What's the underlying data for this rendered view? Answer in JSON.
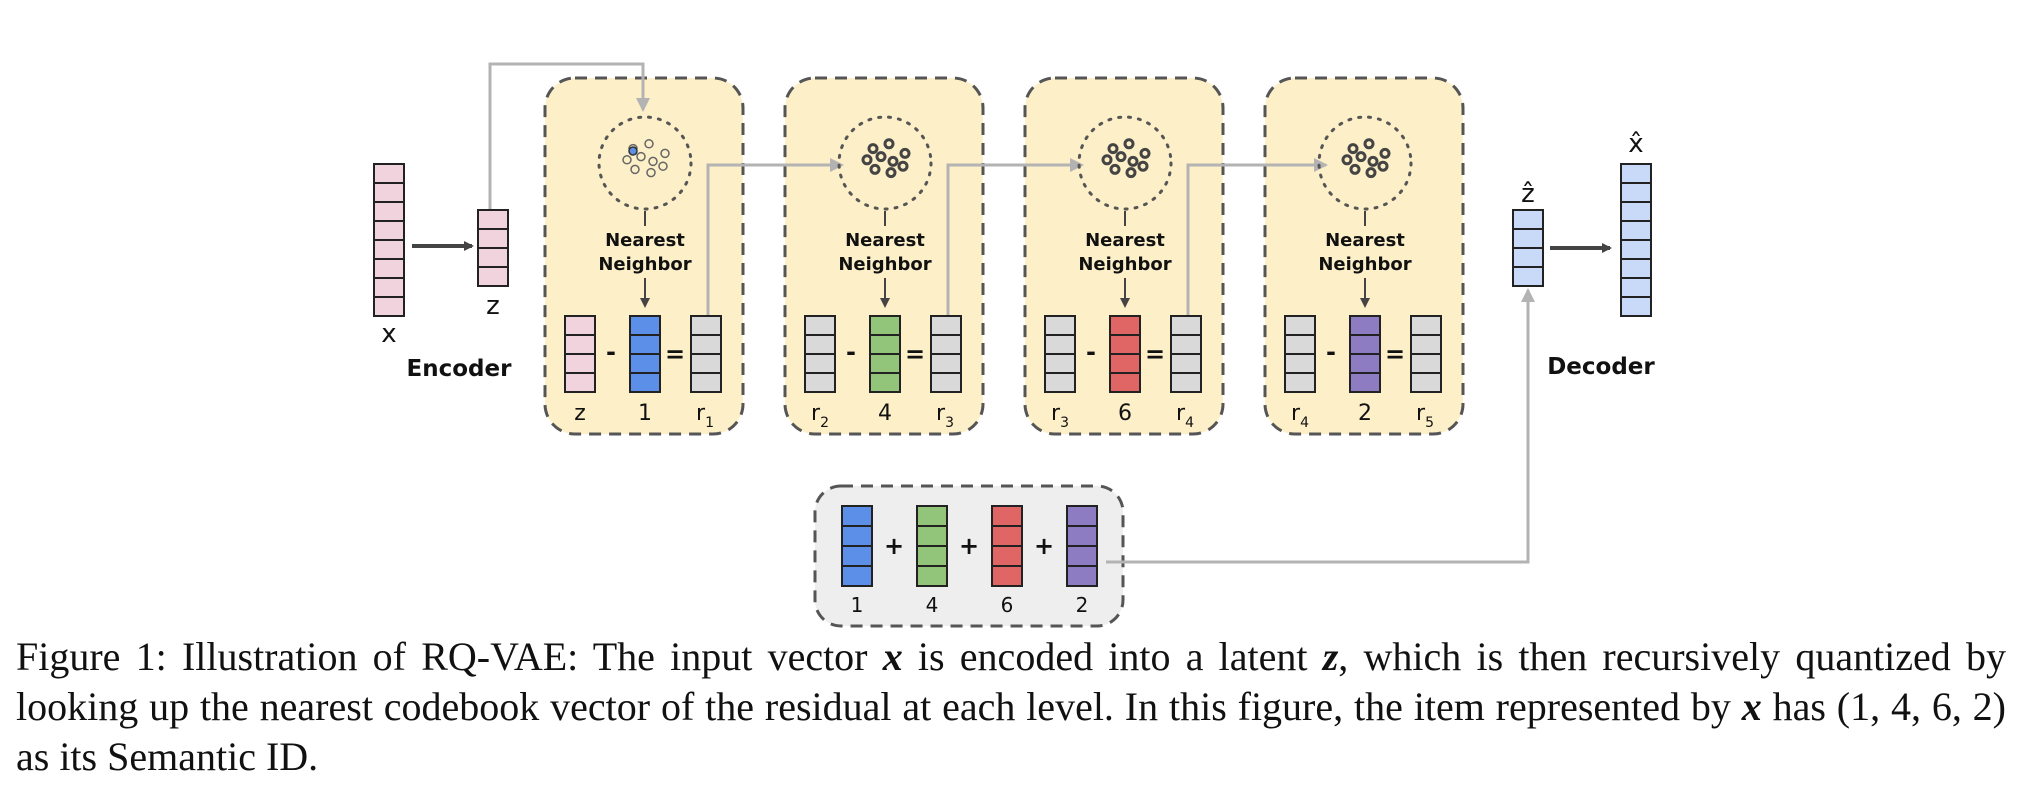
{
  "encoder": {
    "input_label": "x",
    "latent_label": "z",
    "title": "Encoder"
  },
  "decoder": {
    "input_label": "ẑ",
    "output_label": "x̂",
    "title": "Decoder"
  },
  "nn_label_line1": "Nearest",
  "nn_label_line2": "Neighbor",
  "levels": [
    {
      "left_label": "z",
      "code": "1",
      "right_label": "r",
      "right_sub": "1",
      "code_color": "#5b8fe8",
      "left_color": "#f1d3de"
    },
    {
      "left_label": "r",
      "left_sub": "2",
      "code": "4",
      "right_label": "r",
      "right_sub": "3",
      "code_color": "#92c57a",
      "left_color": "#d9d9d9"
    },
    {
      "left_label": "r",
      "left_sub": "3",
      "code": "6",
      "right_label": "r",
      "right_sub": "4",
      "code_color": "#e06666",
      "left_color": "#d9d9d9"
    },
    {
      "left_label": "r",
      "left_sub": "4",
      "code": "2",
      "right_label": "r",
      "right_sub": "5",
      "code_color": "#8e7cc3",
      "left_color": "#d9d9d9"
    }
  ],
  "operators": {
    "minus": "-",
    "equals": "=",
    "plus": "+"
  },
  "sum": {
    "codes": [
      "1",
      "4",
      "6",
      "2"
    ]
  },
  "colors": {
    "level_bg": "#fdefc8",
    "sum_bg": "#eeeeee",
    "pink": "#f1d3de",
    "light_blue": "#c9daf8",
    "gray": "#d9d9d9",
    "arrow": "#b3b3b3"
  },
  "caption": {
    "prefix": "Figure 1: Illustration of RQ-VAE: The input vector ",
    "var_x": "x",
    "mid1": " is encoded into a latent ",
    "var_z": "z",
    "mid2": ", which is then recursively quantized by looking up the nearest codebook vector of the residual at each level. In this figure, the item represented by ",
    "var_x2": "x",
    "mid3": " has ",
    "tuple": "(1, 4, 6, 2)",
    "suffix": " as its Semantic ID."
  }
}
